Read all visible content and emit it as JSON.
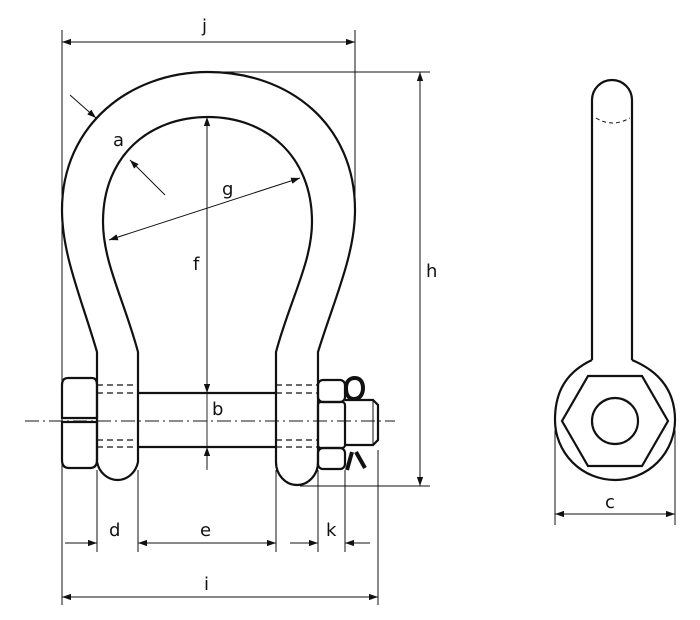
{
  "title": "Bow shackle dimension drawing",
  "labels": {
    "j": "j",
    "a": "a",
    "g": "g",
    "f": "f",
    "h": "h",
    "b": "b",
    "d": "d",
    "e": "e",
    "k": "k",
    "i": "i",
    "c": "c"
  },
  "colors": {
    "line": "#111111",
    "background": "#ffffff"
  }
}
